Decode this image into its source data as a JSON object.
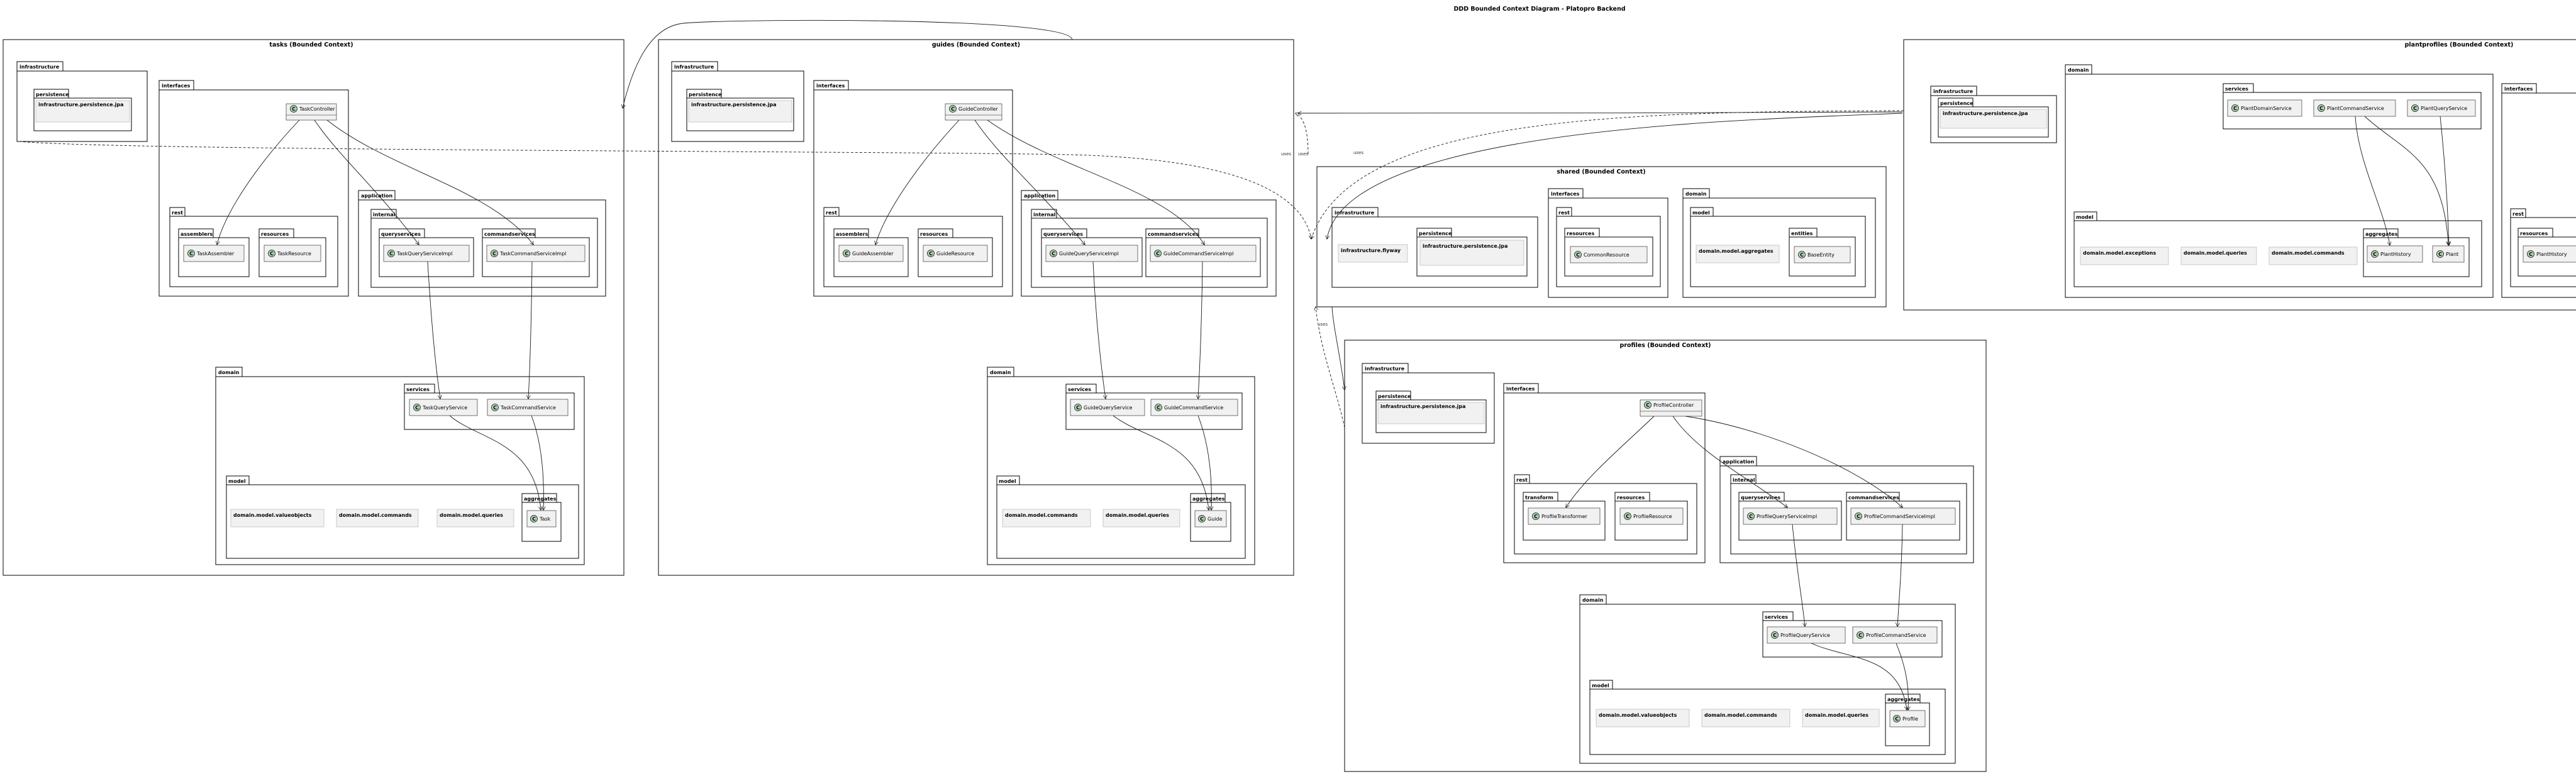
{
  "title": "DDD Bounded Context Diagram - Platopro Backend",
  "class_marker": "C",
  "edge_label_uses": "uses",
  "contexts": {
    "tasks": {
      "name": "tasks (Bounded Context)",
      "infrastructure": "infrastructure",
      "persistence": "persistence",
      "jpa": "infrastructure.persistence.jpa",
      "interfaces": "interfaces",
      "controller": "TaskController",
      "rest": "rest",
      "assemblers": "assemblers",
      "assembler": "TaskAssembler",
      "resources": "resources",
      "resource": "TaskResource",
      "application": "application",
      "internal": "internal",
      "queryservices": "queryservices",
      "queryimpl": "TaskQueryServiceImpl",
      "commandservices": "commandservices",
      "commandimpl": "TaskCommandServiceImpl",
      "domain": "domain",
      "services": "services",
      "queryservice": "TaskQueryService",
      "commandservice": "TaskCommandService",
      "model": "model",
      "valueobjects": "domain.model.valueobjects",
      "commands": "domain.model.commands",
      "queries": "domain.model.queries",
      "aggregates": "aggregates",
      "aggregate": "Task"
    },
    "guides": {
      "name": "guides (Bounded Context)",
      "infrastructure": "infrastructure",
      "persistence": "persistence",
      "jpa": "infrastructure.persistence.jpa",
      "interfaces": "interfaces",
      "controller": "GuideController",
      "rest": "rest",
      "assemblers": "assemblers",
      "assembler": "GuideAssembler",
      "resources": "resources",
      "resource": "GuideResource",
      "application": "application",
      "internal": "internal",
      "queryservices": "queryservices",
      "queryimpl": "GuideQueryServiceImpl",
      "commandservices": "commandservices",
      "commandimpl": "GuideCommandServiceImpl",
      "domain": "domain",
      "services": "services",
      "queryservice": "GuideQueryService",
      "commandservice": "GuideCommandService",
      "model": "model",
      "commands": "domain.model.commands",
      "queries": "domain.model.queries",
      "aggregates": "aggregates",
      "aggregate": "Guide"
    },
    "shared": {
      "name": "shared (Bounded Context)",
      "infrastructure": "infrastructure",
      "flyway": "infrastructure.flyway",
      "persistence": "persistence",
      "jpa": "infrastructure.persistence.jpa",
      "interfaces": "interfaces",
      "rest": "rest",
      "resources": "resources",
      "resource": "CommonResource",
      "domain": "domain",
      "model": "model",
      "aggregates": "domain.model.aggregates",
      "entities": "entities",
      "entity": "BaseEntity"
    },
    "profiles": {
      "name": "profiles (Bounded Context)",
      "infrastructure": "infrastructure",
      "persistence": "persistence",
      "jpa": "infrastructure.persistence.jpa",
      "interfaces": "interfaces",
      "controller": "ProfileController",
      "rest": "rest",
      "transform": "transform",
      "transformer": "ProfileTransformer",
      "resources": "resources",
      "resource": "ProfileResource",
      "application": "application",
      "internal": "internal",
      "queryservices": "queryservices",
      "queryimpl": "ProfileQueryServiceImpl",
      "commandservices": "commandservices",
      "commandimpl": "ProfileCommandServiceImpl",
      "domain": "domain",
      "services": "services",
      "queryservice": "ProfileQueryService",
      "commandservice": "ProfileCommandService",
      "model": "model",
      "valueobjects": "domain.model.valueobjects",
      "commands": "domain.model.commands",
      "queries": "domain.model.queries",
      "aggregates": "aggregates",
      "aggregate": "Profile"
    },
    "plantprofiles": {
      "name": "plantprofiles (Bounded Context)",
      "infrastructure": "infrastructure",
      "persistence": "persistence",
      "jpa": "infrastructure.persistence.jpa",
      "domain": "domain",
      "services": "services",
      "domainservice": "PlantDomainService",
      "commandservice": "PlantCommandService",
      "queryservice": "PlantQueryService",
      "model": "model",
      "exceptions": "domain.model.exceptions",
      "queries": "domain.model.queries",
      "commands": "domain.model.commands",
      "aggregates": "aggregates",
      "history": "PlantHistory",
      "plant": "Plant",
      "interfaces": "interfaces",
      "rest": "rest",
      "resources": "resources",
      "resource": "PlantHistory"
    }
  }
}
